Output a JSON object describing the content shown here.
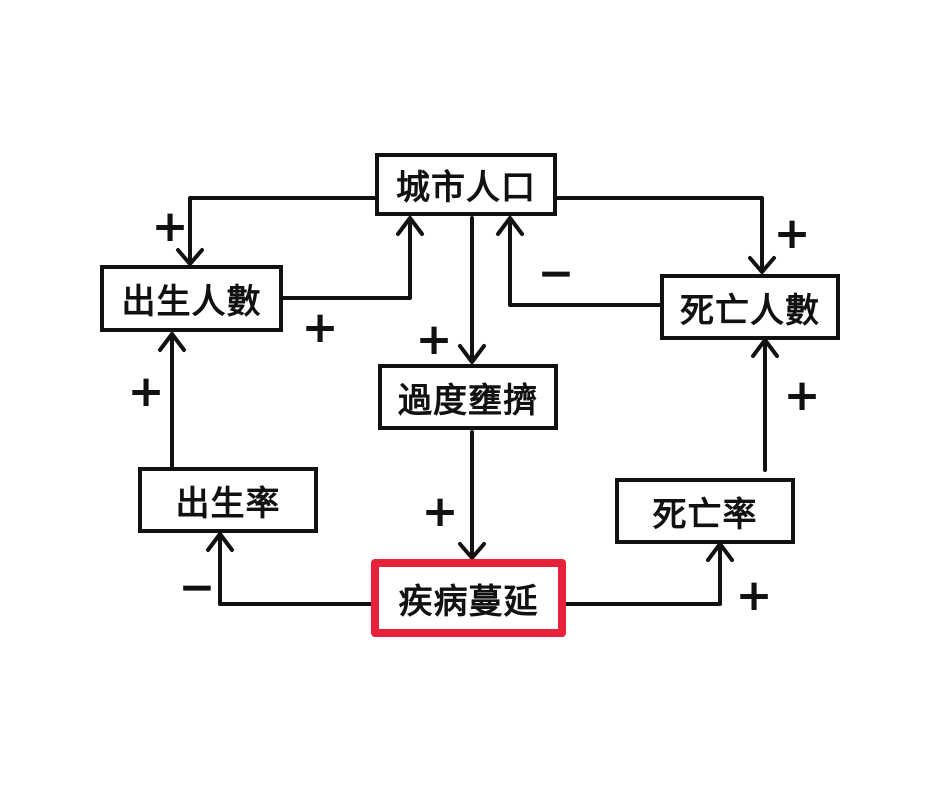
{
  "nodes": {
    "city_population": "城市人口",
    "births": "出生人數",
    "deaths": "死亡人數",
    "overcrowding": "過度壅擠",
    "birth_rate": "出生率",
    "death_rate": "死亡率",
    "disease_spread": "疾病蔓延"
  },
  "signs": {
    "population_to_births": "+",
    "births_to_population": "+",
    "population_to_overcrowding": "+",
    "deaths_to_population": "−",
    "population_to_deaths": "+",
    "birth_rate_to_births": "+",
    "death_rate_to_deaths": "+",
    "overcrowding_to_disease": "+",
    "disease_to_birth_rate": "−",
    "disease_to_death_rate": "+"
  },
  "colors": {
    "ink": "#111111",
    "highlight": "#e8213a"
  }
}
